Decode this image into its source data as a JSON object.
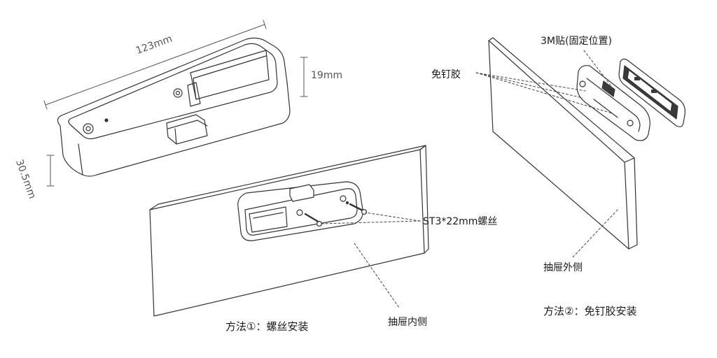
{
  "dimensions": {
    "length": "123mm",
    "height": "19mm",
    "width": "30.5mm"
  },
  "callouts": {
    "tape_3m": "3M贴(固定位置)",
    "no_drill_glue": "免钉胶",
    "screw": "ST3*22mm螺丝",
    "drawer_inside": "抽屉内侧",
    "drawer_outside": "抽屉外侧"
  },
  "methods": {
    "method1": "方法①：螺丝安装",
    "method2": "方法②：免钉胶安装"
  },
  "colors": {
    "line": "#333333",
    "dim_line": "#555555",
    "fill": "#ffffff",
    "dark_fill": "#3a3a3a"
  }
}
